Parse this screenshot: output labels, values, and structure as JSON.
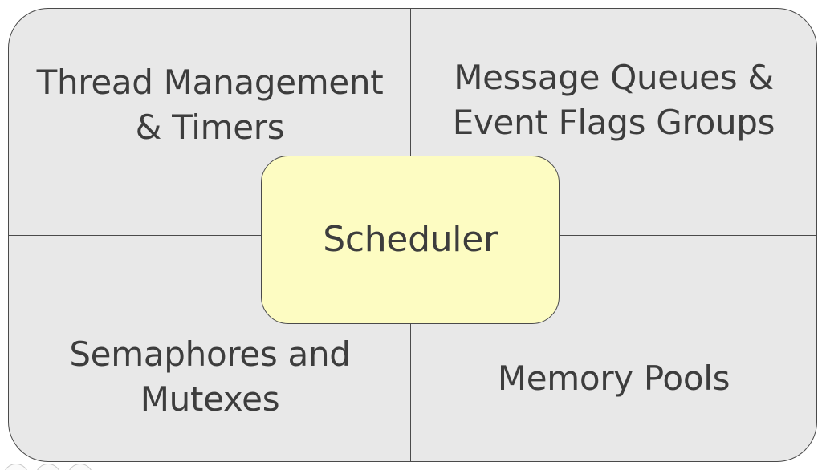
{
  "diagram": {
    "quadrants": {
      "top_left": "Thread Management & Timers",
      "top_right": "Message Queues & Event Flags Groups",
      "bottom_left": "Semaphores and Mutexes",
      "bottom_right": "Memory Pools"
    },
    "center": "Scheduler"
  },
  "colors": {
    "quadrant_fill": "#e8e8e8",
    "center_fill": "#fdfcc2",
    "border": "#4a4a4a",
    "text": "#3d3d3d"
  }
}
